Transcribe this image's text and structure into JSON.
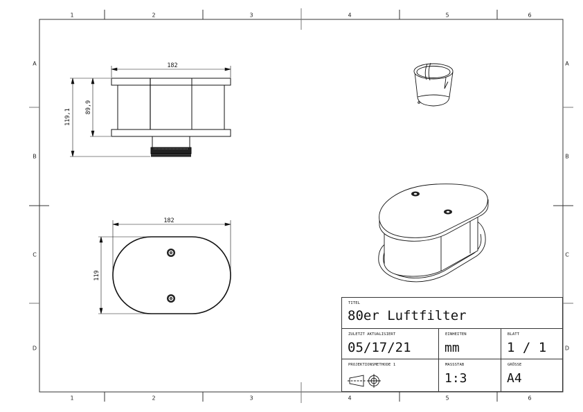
{
  "sheet": {
    "columns": [
      "1",
      "2",
      "3",
      "4",
      "5",
      "6"
    ],
    "rows": [
      "A",
      "B",
      "C",
      "D"
    ]
  },
  "views": {
    "side_view": {
      "width_dim": "182",
      "total_height_dim": "119,1",
      "body_height_dim": "89,9"
    },
    "top_view": {
      "width_dim": "182",
      "height_dim": "119"
    },
    "iso_views": [
      "adapter-iso-view",
      "filter-iso-view"
    ]
  },
  "title_block": {
    "title_label": "TITEL",
    "title_value": "80er Luftfilter",
    "updated_label": "ZULETZT AKTUALISIERT",
    "updated_value": "05/17/21",
    "units_label": "EINHEITEN",
    "units_value": "mm",
    "sheet_label": "BLATT",
    "sheet_value": "1 / 1",
    "projection_label": "PROJEKTIONSMETHODE 1",
    "projection_icon": "first-angle-projection-icon",
    "scale_label": "MASSSTAB",
    "scale_value": "1:3",
    "size_label": "GRÖSSE",
    "size_value": "A4"
  },
  "colors": {
    "line": "#111111",
    "frame": "#333333",
    "background": "#ffffff"
  }
}
